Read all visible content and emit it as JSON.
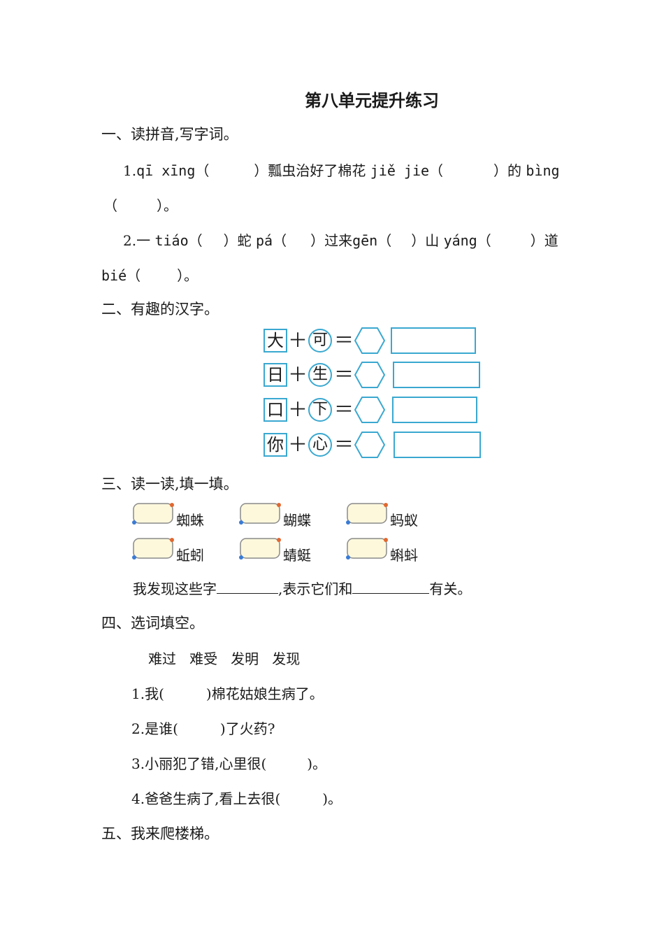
{
  "title": "第八单元提升练习",
  "sections": {
    "s1": {
      "heading": "一、读拼音,写字词。",
      "q1": {
        "num": "1.",
        "p1": "qī xīng",
        "t1": "瓢虫治好了棉花",
        "p2": "jiě jie",
        "t2": "的",
        "p3": "bìng",
        "end": "。"
      },
      "q2": {
        "num": "2.",
        "t1": "一",
        "p1": "tiáo",
        "t2": "蛇",
        "p2": "pá",
        "t3": "过来",
        "p3": "gēn",
        "t4": "山",
        "p4": "yáng",
        "t5": "道",
        "p5": "bié",
        "end": "。"
      }
    },
    "s2": {
      "heading": "二、有趣的汉字。",
      "rows": [
        {
          "a": "大",
          "b": "可"
        },
        {
          "a": "日",
          "b": "生"
        },
        {
          "a": "口",
          "b": "下"
        },
        {
          "a": "你",
          "b": "心"
        }
      ],
      "plus": "＋",
      "equals": "＝"
    },
    "s3": {
      "heading": "三、读一读,填一填。",
      "words_row1": [
        "蜘蛛",
        "蝴蝶",
        "蚂蚁"
      ],
      "words_row2": [
        "蚯蚓",
        "蜻蜓",
        "蝌蚪"
      ],
      "sentence_a": "我发现这些字",
      "sentence_b": ",表示它们和",
      "sentence_c": "有关。"
    },
    "s4": {
      "heading": "四、选词填空。",
      "options": [
        "难过",
        "难受",
        "发明",
        "发现"
      ],
      "items": [
        {
          "a": "1.我(",
          "b": ")棉花姑娘生病了。"
        },
        {
          "a": "2.是谁(",
          "b": ")了火药?"
        },
        {
          "a": "3.小丽犯了错,心里很(",
          "b": ")。"
        },
        {
          "a": "4.爸爸生病了,看上去很(",
          "b": ")。"
        }
      ]
    },
    "s5": {
      "heading": "五、我来爬楼梯。"
    }
  },
  "colors": {
    "box_border": "#3aa8d0",
    "tag_fill": "#fdf8dc",
    "tag_border": "#8a8a8a"
  }
}
